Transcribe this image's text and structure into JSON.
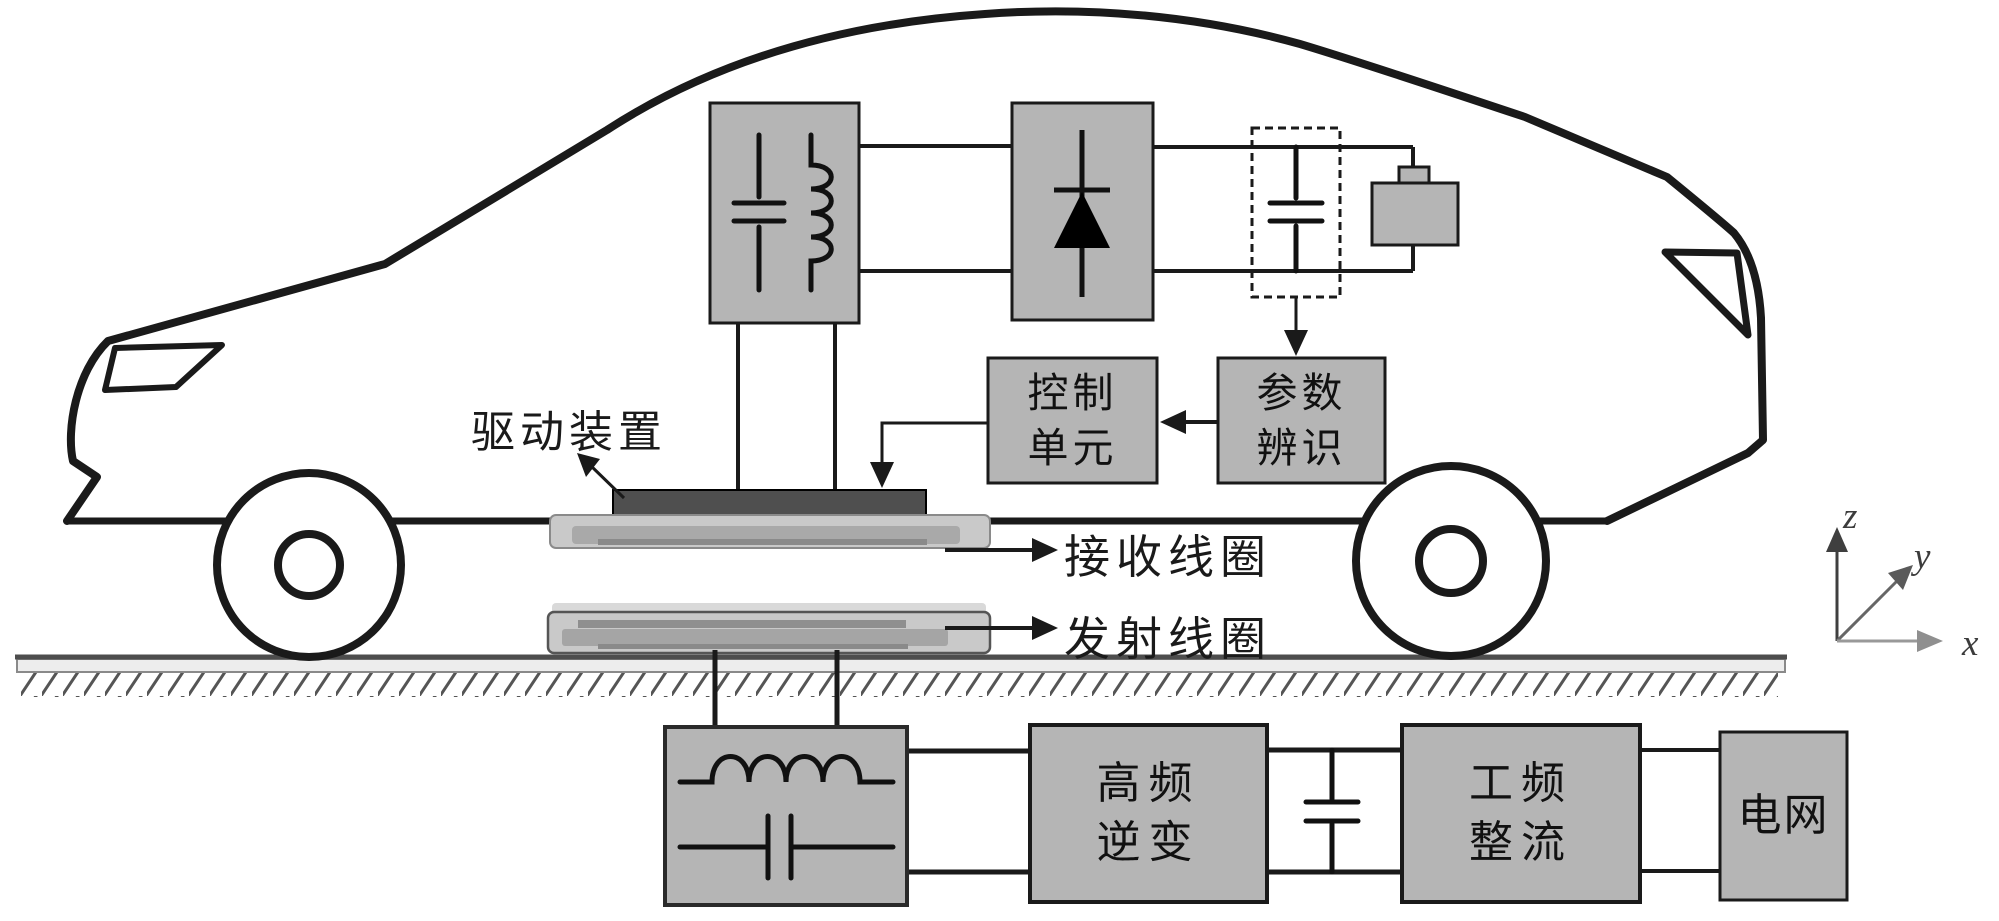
{
  "diagram": {
    "vehicle_labels": {
      "drive_device": "驱动装置",
      "receive_coil": "接收线圈",
      "transmit_coil": "发射线圈"
    },
    "blocks": {
      "control_unit": {
        "line1": "控制",
        "line2": "单元"
      },
      "param_identification": {
        "line1": "参数",
        "line2": "辨识"
      },
      "hf_inverter": {
        "line1": "高频",
        "line2": "逆变"
      },
      "lf_rectifier": {
        "line1": "工频",
        "line2": "整流"
      },
      "power_grid": {
        "label": "电网"
      }
    },
    "axes": {
      "x": "x",
      "y": "y",
      "z": "z"
    },
    "icons": {
      "secondary_compensation": "capacitor-and-inductor-icon",
      "onboard_rectifier": "diode-icon",
      "dc_link": "capacitor-icon-in-dashed-box",
      "load": "battery-load-icon",
      "primary_compensation": "inductor-and-capacitor-icon",
      "dc_bus": "capacitor-icon",
      "ground": "hatched-ground-icon"
    },
    "colors": {
      "line": "#1a1a1a",
      "block_fill": "#b5b5b5",
      "drive_bar_fill": "#4f4f4f",
      "pad_outer": "#c9c9c9",
      "pad_mid": "#a9a9a9",
      "pad_dark": "#8a8a8a",
      "ground_band": "#ededed",
      "axis_z": "#3f3f3f",
      "axis_y": "#666666",
      "axis_x": "#999999"
    }
  }
}
